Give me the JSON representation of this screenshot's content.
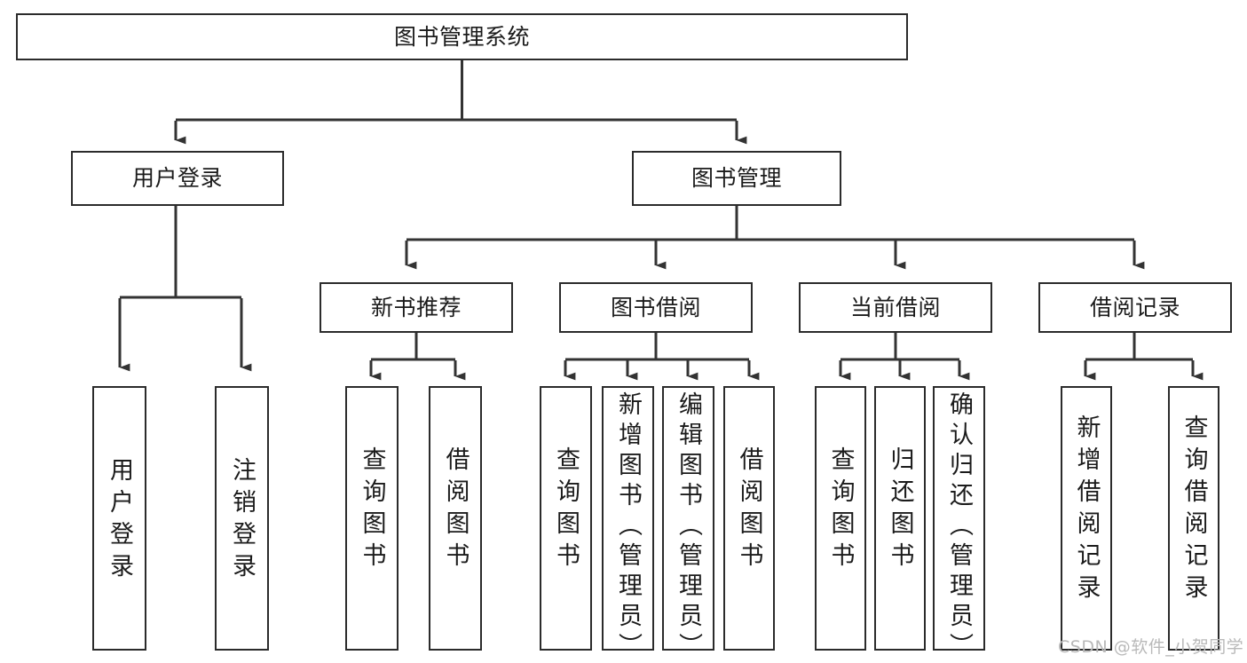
{
  "diagram": {
    "title": "图书管理系统",
    "type": "hierarchy-tree",
    "colors": {
      "box_border": "#2b2b2b",
      "box_fill": "#ffffff",
      "connector": "#333333",
      "text": "#1b1b1b",
      "watermark": "#b9b9b9"
    },
    "levels": {
      "root": {
        "label": "图书管理系统"
      },
      "level1": [
        {
          "id": "user-login",
          "label": "用户登录"
        },
        {
          "id": "book-management",
          "label": "图书管理"
        }
      ],
      "level2": [
        {
          "id": "new-book-recommend",
          "label": "新书推荐",
          "parent": "book-management"
        },
        {
          "id": "book-borrow",
          "label": "图书借阅",
          "parent": "book-management"
        },
        {
          "id": "current-borrow",
          "label": "当前借阅",
          "parent": "book-management"
        },
        {
          "id": "borrow-record",
          "label": "借阅记录",
          "parent": "book-management"
        }
      ],
      "leaves": [
        {
          "id": "leaf-user-login",
          "label": "用户登录",
          "parent": "user-login"
        },
        {
          "id": "leaf-logout-login",
          "label": "注销登录",
          "parent": "user-login"
        },
        {
          "id": "leaf-query-book-1",
          "label": "查询图书",
          "parent": "new-book-recommend"
        },
        {
          "id": "leaf-borrow-book-1",
          "label": "借阅图书",
          "parent": "new-book-recommend"
        },
        {
          "id": "leaf-query-book-2",
          "label": "查询图书",
          "parent": "book-borrow"
        },
        {
          "id": "leaf-add-book",
          "label": "新增图书（管理员）",
          "parent": "book-borrow"
        },
        {
          "id": "leaf-edit-book",
          "label": "编辑图书（管理员）",
          "parent": "book-borrow"
        },
        {
          "id": "leaf-borrow-book-2",
          "label": "借阅图书",
          "parent": "book-borrow"
        },
        {
          "id": "leaf-query-book-3",
          "label": "查询图书",
          "parent": "current-borrow"
        },
        {
          "id": "leaf-return-book",
          "label": "归还图书",
          "parent": "current-borrow"
        },
        {
          "id": "leaf-confirm-return",
          "label": "确认归还（管理员）",
          "parent": "current-borrow"
        },
        {
          "id": "leaf-add-record",
          "label": "新增借阅记录",
          "parent": "borrow-record"
        },
        {
          "id": "leaf-query-record",
          "label": "查询借阅记录",
          "parent": "borrow-record"
        }
      ]
    },
    "watermark": "CSDN @软件_小贺同学"
  }
}
